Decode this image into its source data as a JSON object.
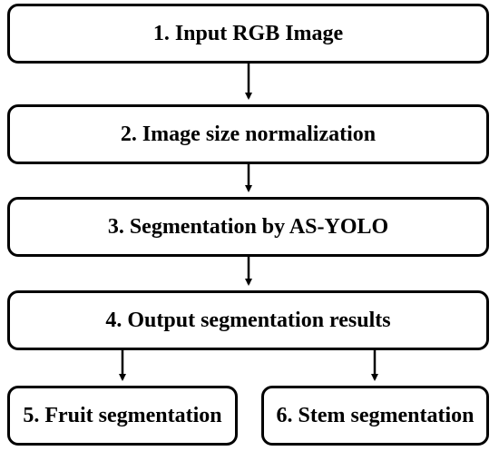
{
  "flowchart": {
    "steps": [
      {
        "id": "b1",
        "label": "1. Input RGB Image"
      },
      {
        "id": "b2",
        "label": "2. Image size normalization"
      },
      {
        "id": "b3",
        "label": "3. Segmentation by AS-YOLO"
      },
      {
        "id": "b4",
        "label": "4. Output segmentation results"
      },
      {
        "id": "b5",
        "label": "5. Fruit segmentation"
      },
      {
        "id": "b6",
        "label": "6. Stem segmentation"
      }
    ],
    "connections": [
      {
        "from": "b1",
        "to": "b2"
      },
      {
        "from": "b2",
        "to": "b3"
      },
      {
        "from": "b3",
        "to": "b4"
      },
      {
        "from": "b4",
        "to": "b5"
      },
      {
        "from": "b4",
        "to": "b6"
      }
    ],
    "colors": {
      "border": "#000000",
      "background": "#ffffff",
      "text": "#000000"
    }
  }
}
